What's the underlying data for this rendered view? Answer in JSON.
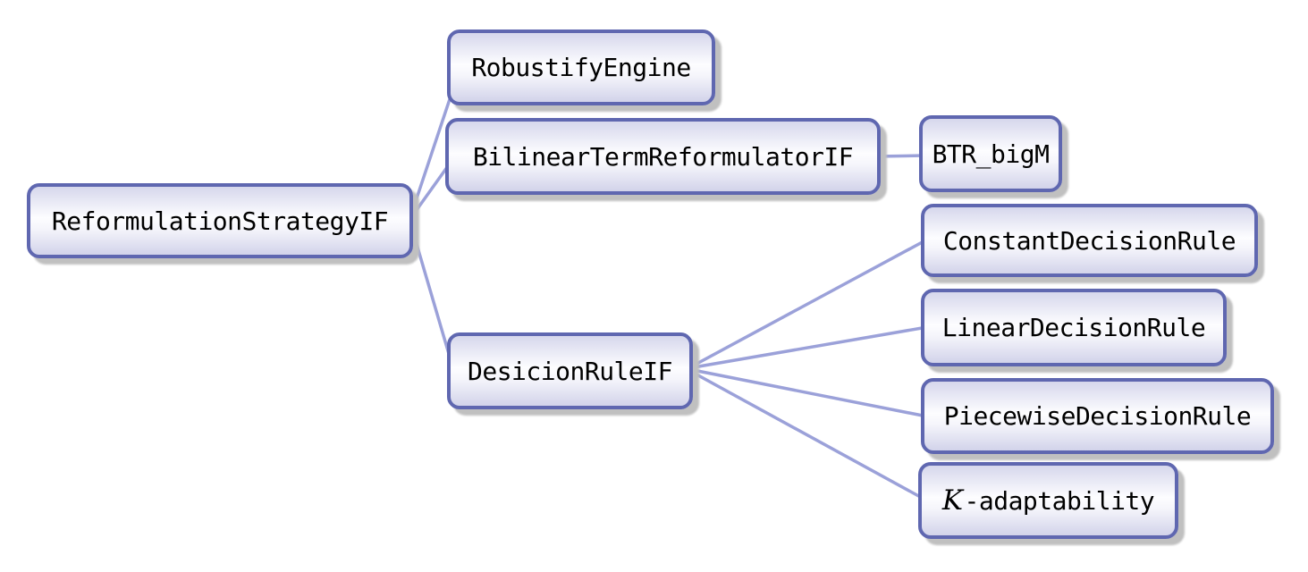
{
  "diagram_title": "",
  "tree": {
    "root": {
      "label": "ReformulationStrategyIF",
      "children": [
        {
          "label": "RobustifyEngine",
          "children": []
        },
        {
          "label": "BilinearTermReformulatorIF",
          "children": [
            {
              "label": "BTR_bigM"
            }
          ]
        },
        {
          "label": "DesicionRuleIF",
          "children": [
            {
              "label": "ConstantDecisionRule"
            },
            {
              "label": "LinearDecisionRule"
            },
            {
              "label": "PiecewiseDecisionRule"
            },
            {
              "label_math": "K",
              "label": "-adaptability"
            }
          ]
        }
      ]
    }
  },
  "edges": [
    {
      "from": "ReformulationStrategyIF",
      "to": "RobustifyEngine"
    },
    {
      "from": "ReformulationStrategyIF",
      "to": "BilinearTermReformulatorIF"
    },
    {
      "from": "ReformulationStrategyIF",
      "to": "DesicionRuleIF"
    },
    {
      "from": "BilinearTermReformulatorIF",
      "to": "BTR_bigM"
    },
    {
      "from": "DesicionRuleIF",
      "to": "ConstantDecisionRule"
    },
    {
      "from": "DesicionRuleIF",
      "to": "LinearDecisionRule"
    },
    {
      "from": "DesicionRuleIF",
      "to": "PiecewiseDecisionRule"
    },
    {
      "from": "DesicionRuleIF",
      "to": "K-adaptability"
    }
  ],
  "colors": {
    "node_border": "#5f67b0",
    "node_fill_top": "#d6d7ec",
    "node_fill_middle": "#fdfdff",
    "node_fill_bottom": "#d2d3ea",
    "edge_line": "#9ba1d9",
    "shadow": "#c0c0c0",
    "label_text": "#000000",
    "canvas_background": "#ffffff"
  }
}
